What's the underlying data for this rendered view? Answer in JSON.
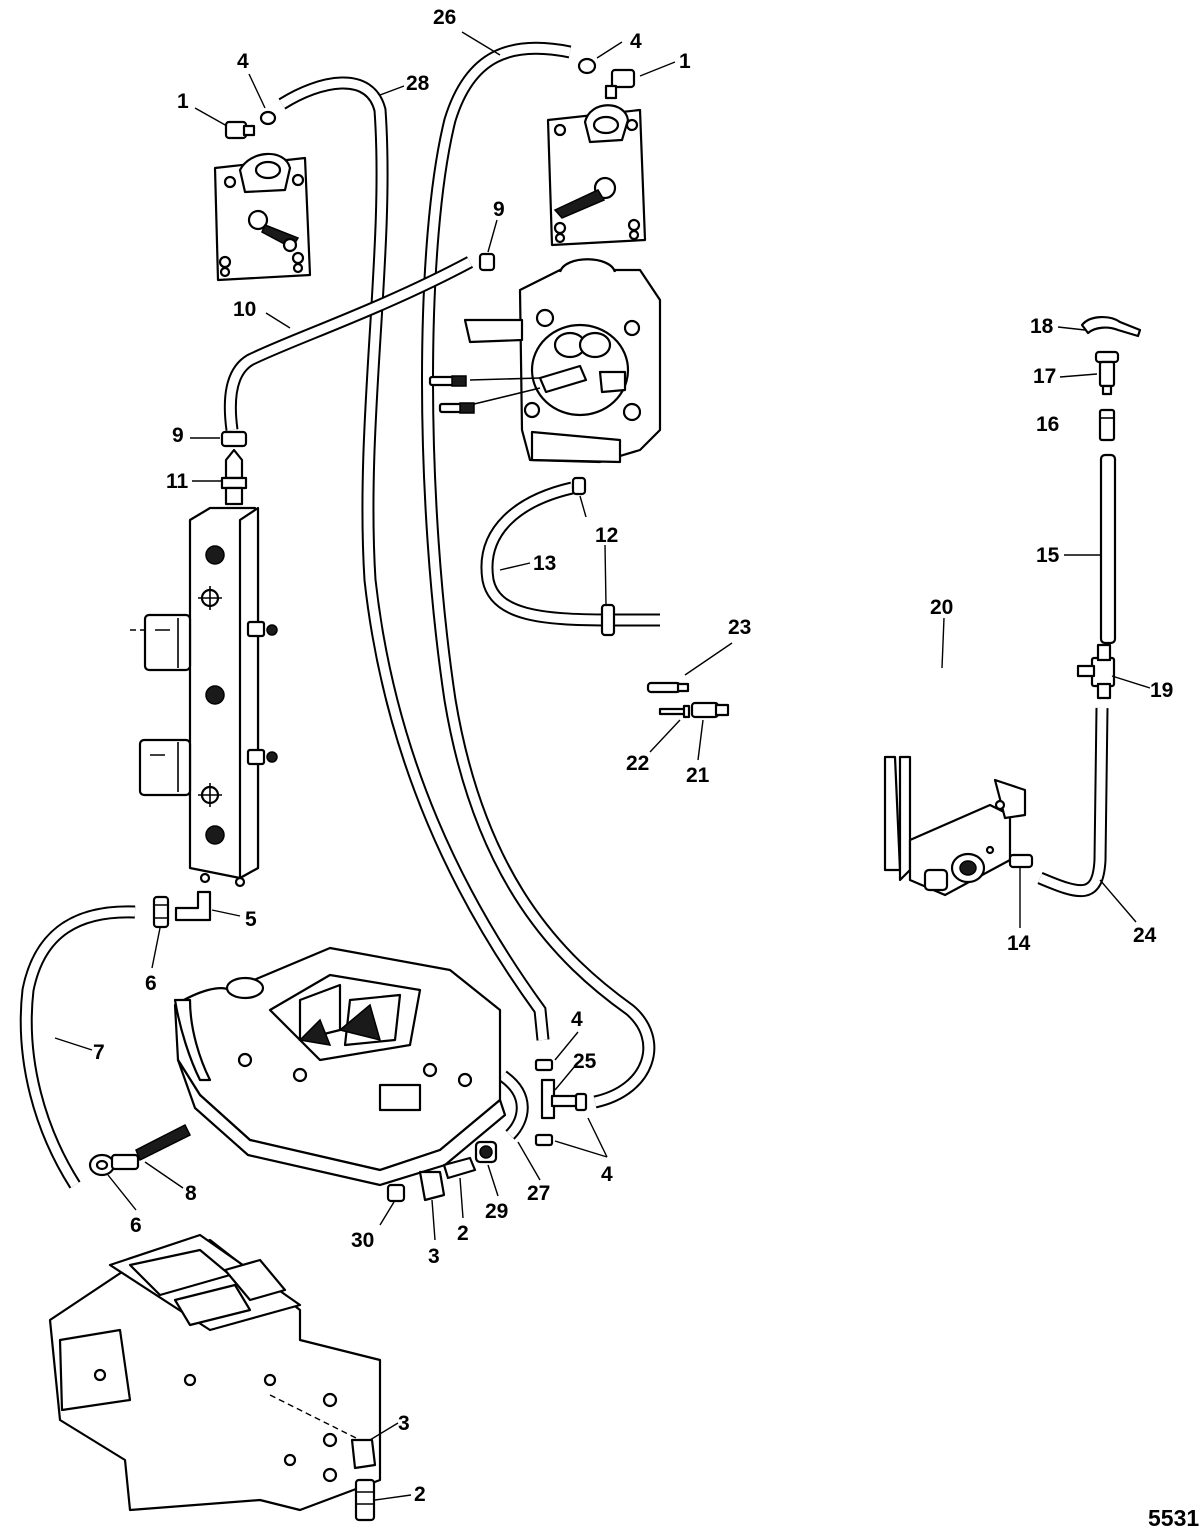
{
  "figure_number": "5531",
  "callouts": [
    {
      "id": "c-26",
      "label": "26"
    },
    {
      "id": "c-4-top",
      "label": "4"
    },
    {
      "id": "c-1-right",
      "label": "1"
    },
    {
      "id": "c-4-left",
      "label": "4"
    },
    {
      "id": "c-28",
      "label": "28"
    },
    {
      "id": "c-1-left",
      "label": "1"
    },
    {
      "id": "c-9-top",
      "label": "9"
    },
    {
      "id": "c-10",
      "label": "10"
    },
    {
      "id": "c-9-mid",
      "label": "9"
    },
    {
      "id": "c-11",
      "label": "11"
    },
    {
      "id": "c-18",
      "label": "18"
    },
    {
      "id": "c-17",
      "label": "17"
    },
    {
      "id": "c-16",
      "label": "16"
    },
    {
      "id": "c-12",
      "label": "12"
    },
    {
      "id": "c-13",
      "label": "13"
    },
    {
      "id": "c-15",
      "label": "15"
    },
    {
      "id": "c-20",
      "label": "20"
    },
    {
      "id": "c-23",
      "label": "23"
    },
    {
      "id": "c-19",
      "label": "19"
    },
    {
      "id": "c-22",
      "label": "22"
    },
    {
      "id": "c-21",
      "label": "21"
    },
    {
      "id": "c-5",
      "label": "5"
    },
    {
      "id": "c-6-top",
      "label": "6"
    },
    {
      "id": "c-14",
      "label": "14"
    },
    {
      "id": "c-24",
      "label": "24"
    },
    {
      "id": "c-7",
      "label": "7"
    },
    {
      "id": "c-4-mid",
      "label": "4"
    },
    {
      "id": "c-25",
      "label": "25"
    },
    {
      "id": "c-4-low",
      "label": "4"
    },
    {
      "id": "c-8",
      "label": "8"
    },
    {
      "id": "c-27",
      "label": "27"
    },
    {
      "id": "c-29",
      "label": "29"
    },
    {
      "id": "c-6-low",
      "label": "6"
    },
    {
      "id": "c-30",
      "label": "30"
    },
    {
      "id": "c-2-mid",
      "label": "2"
    },
    {
      "id": "c-3-mid",
      "label": "3"
    },
    {
      "id": "c-3-low",
      "label": "3"
    },
    {
      "id": "c-2-low",
      "label": "2"
    }
  ]
}
